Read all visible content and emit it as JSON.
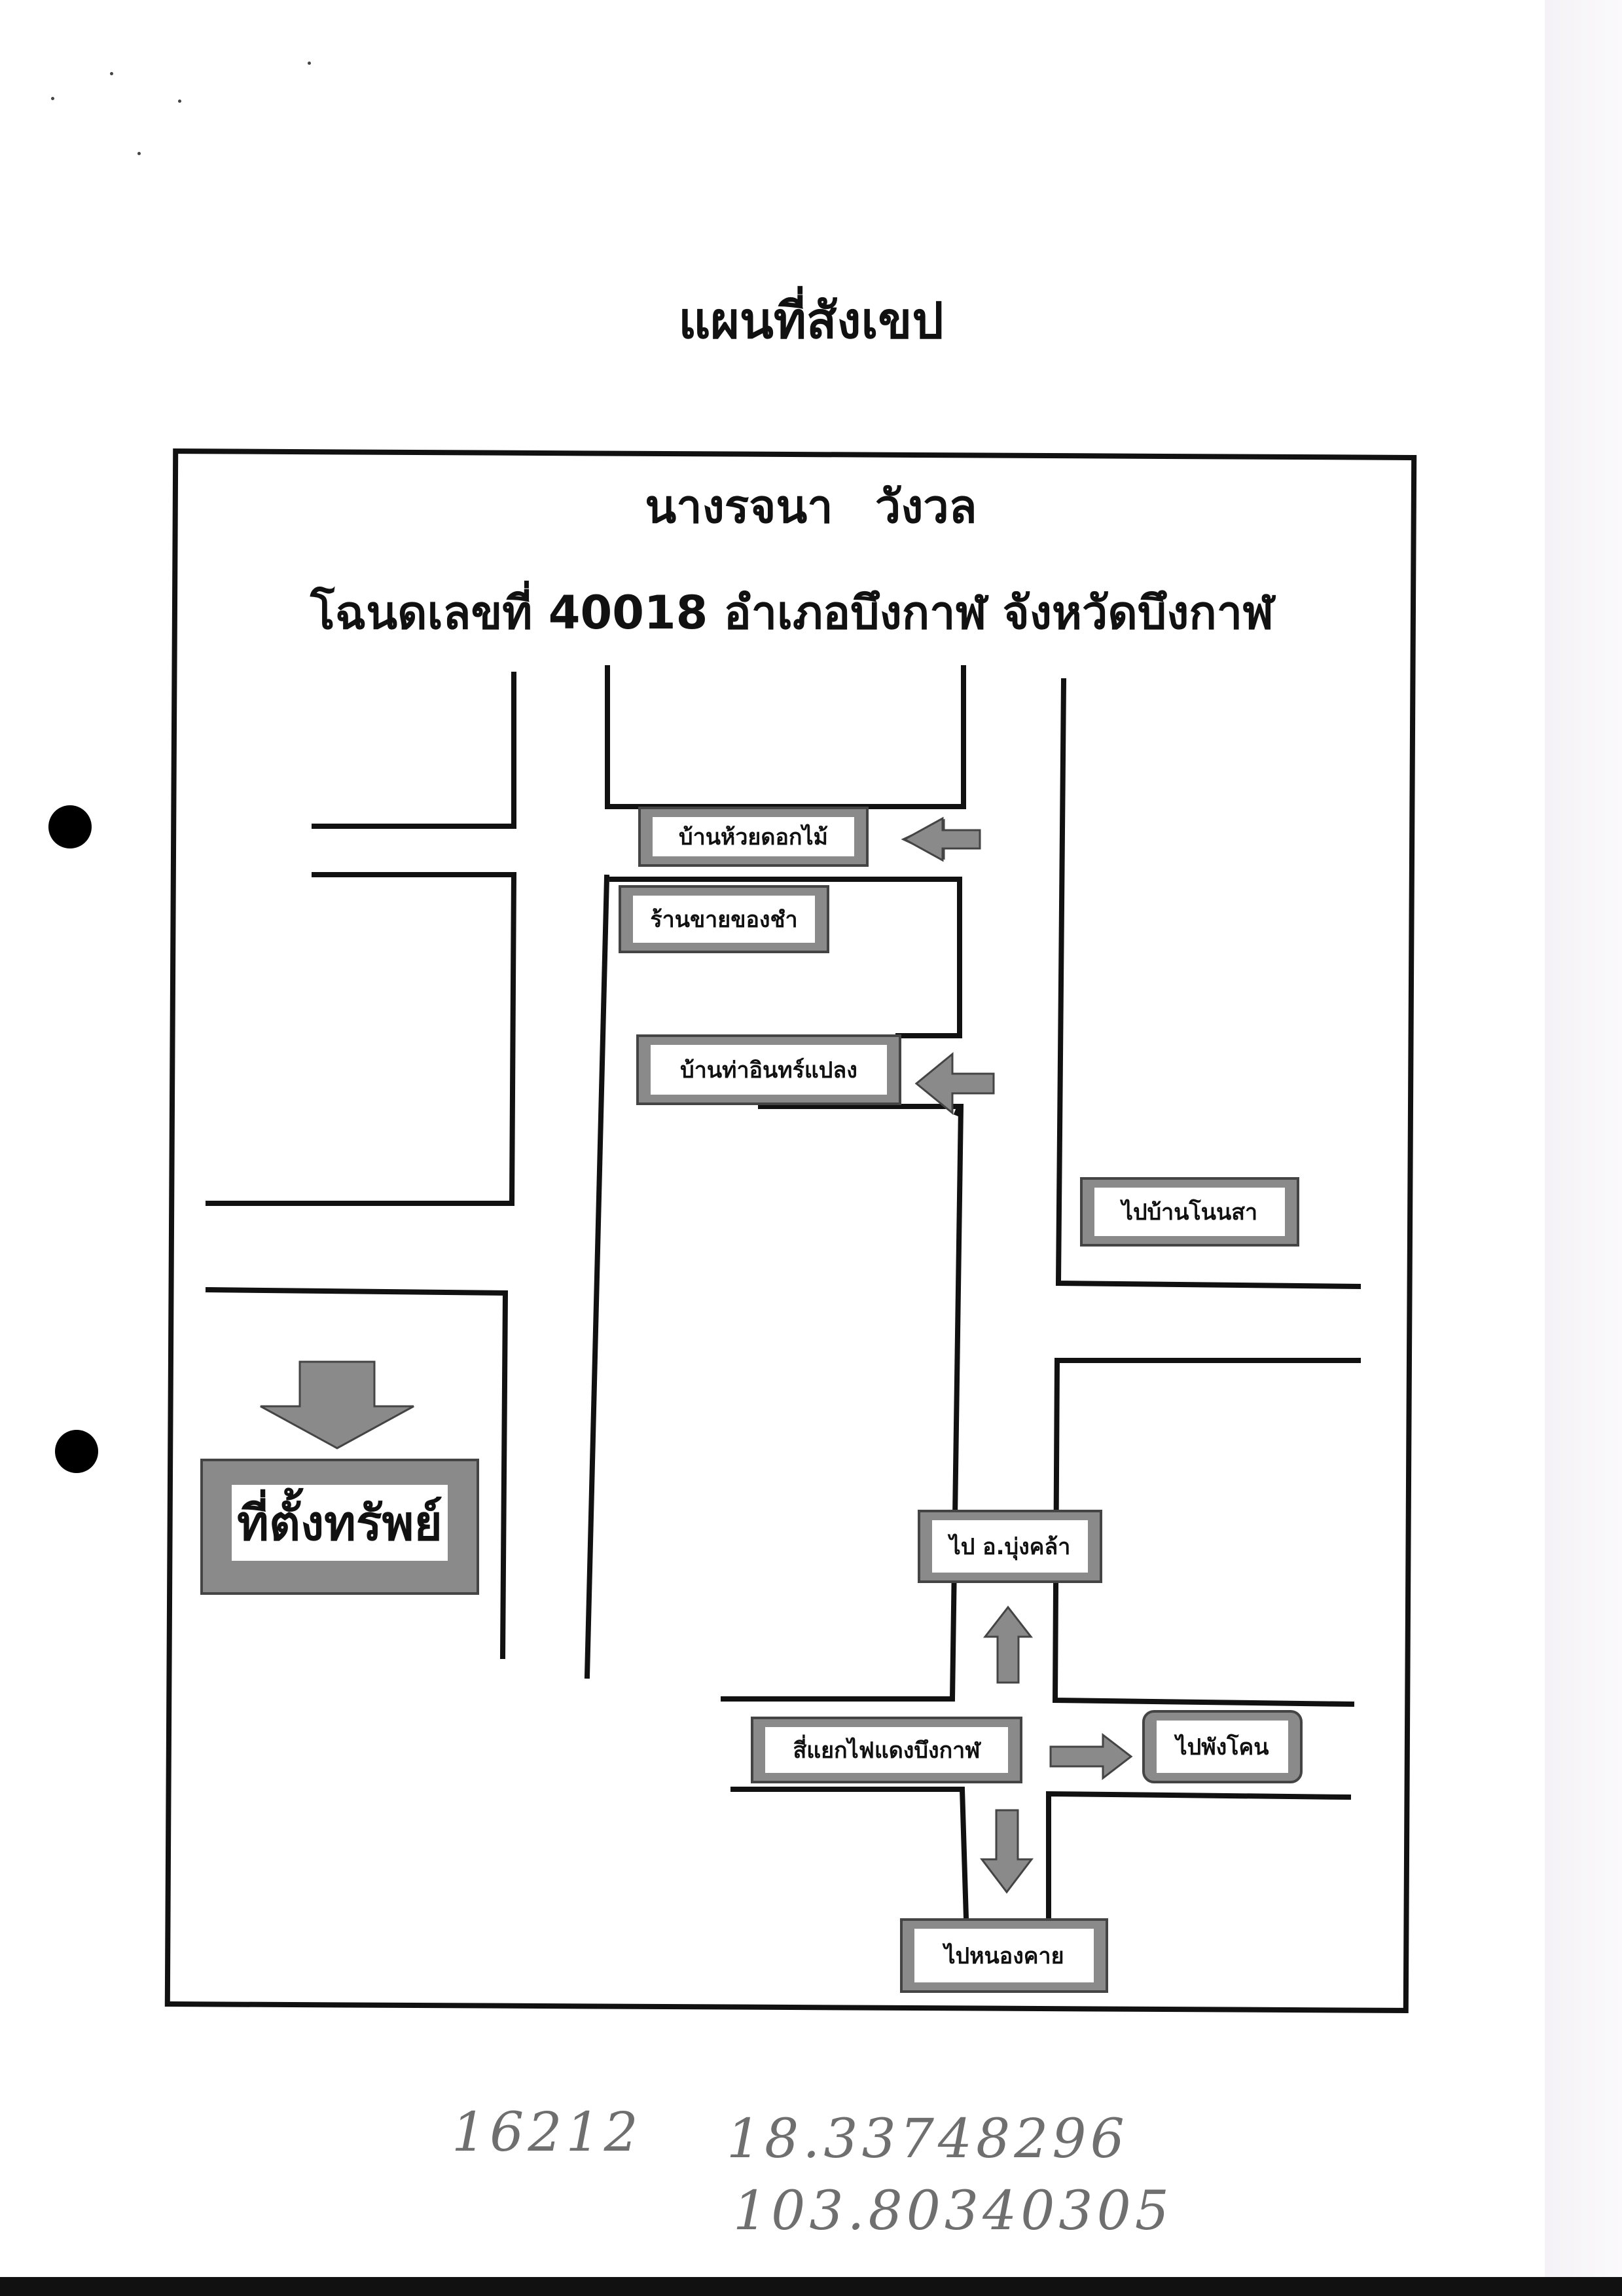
{
  "title": "แผนที่สังเขป",
  "owner": "นางรจนา วังวล",
  "deed": "โฉนดเลขที่ 40018 อำเภอบึงกาฬ จังหวัดบึงกาฬ",
  "labels": {
    "huai_dok_mai": "บ้านห้วยดอกไม้",
    "grocery": "ร้านขายของชำ",
    "tha_in_plaeng": "บ้านท่าอินทร์แปลง",
    "to_non_sa": "ไปบ้านโนนสา",
    "property": "ที่ตั้งทรัพย์",
    "to_bung_khla": "ไป อ.บุ่งคล้า",
    "intersection": "สี่แยกไฟแดงบึงกาฬ",
    "to_phon_kho": "ไปพังโคน",
    "to_nong_khai": "ไปหนองคาย"
  },
  "handwritten": {
    "code": "16212",
    "latitude": "18.33748296",
    "longitude": "103.80340305"
  },
  "colors": {
    "label_fill": "#8a8a8a",
    "arrow_fill": "#8a8a8a",
    "line": "#111111"
  }
}
